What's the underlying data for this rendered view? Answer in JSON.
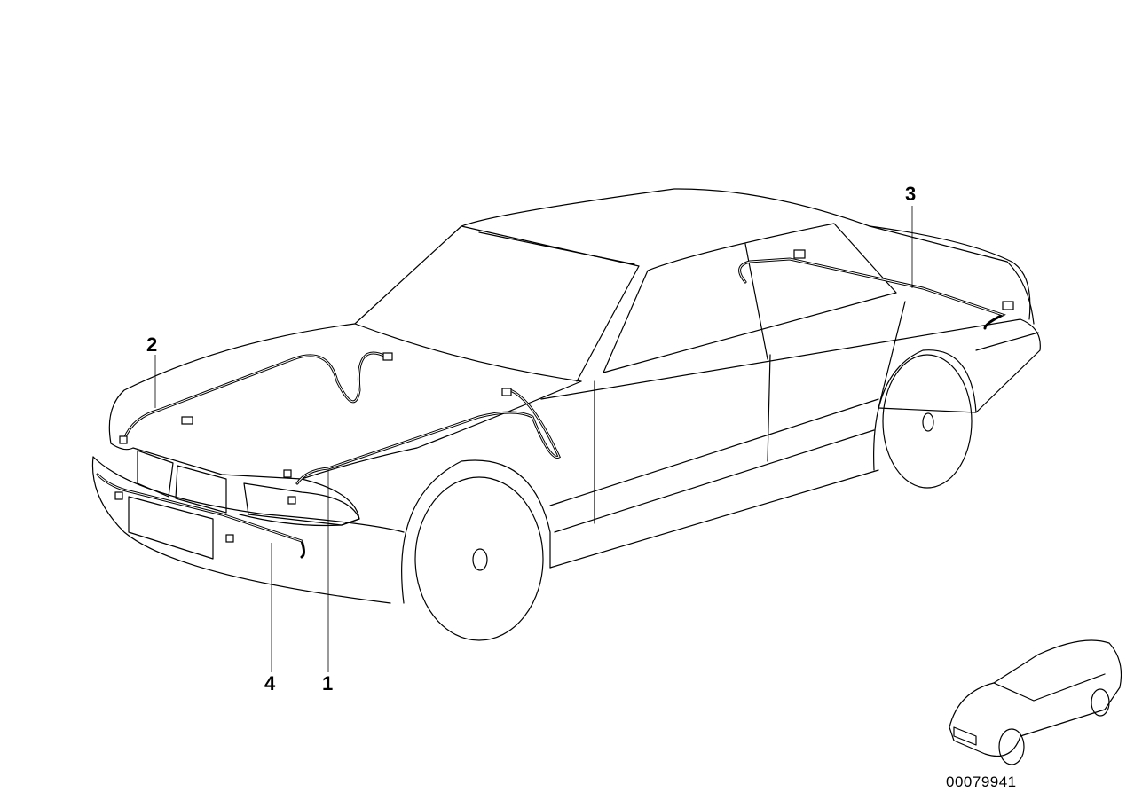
{
  "diagram": {
    "callouts": [
      "1",
      "2",
      "3",
      "4"
    ],
    "image_code": "00079941"
  }
}
